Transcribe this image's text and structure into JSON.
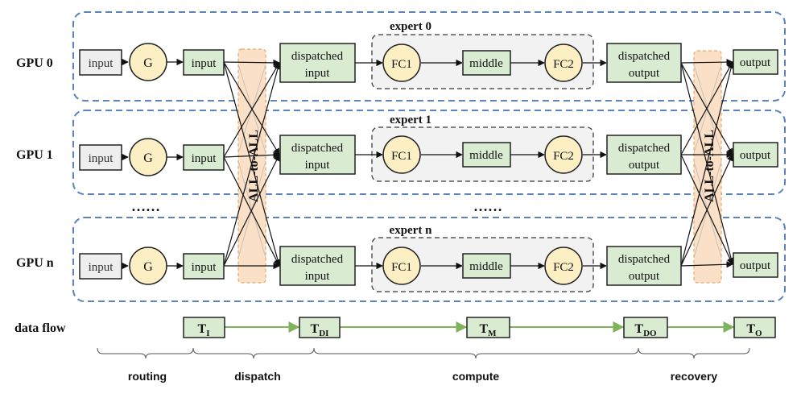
{
  "gpus": [
    {
      "label": "GPU 0",
      "expert": "expert 0"
    },
    {
      "label": "GPU 1",
      "expert": "expert 1"
    },
    {
      "label": "GPU n",
      "expert": "expert n"
    }
  ],
  "nodes": {
    "input_raw": "input",
    "gate": "G",
    "input": "input",
    "dispatched_input_line1": "dispatched",
    "dispatched_input_line2": "input",
    "fc1": "FC1",
    "middle": "middle",
    "fc2": "FC2",
    "dispatched_output_line1": "dispatched",
    "dispatched_output_line2": "output",
    "output": "output"
  },
  "all_to_all": "ALL-to-ALL",
  "ellipsis": "……",
  "data_flow": {
    "label": "data flow",
    "tensors": [
      {
        "base": "T",
        "sub": "I"
      },
      {
        "base": "T",
        "sub": "DI"
      },
      {
        "base": "T",
        "sub": "M"
      },
      {
        "base": "T",
        "sub": "DO"
      },
      {
        "base": "T",
        "sub": "O"
      }
    ]
  },
  "phases": [
    "routing",
    "dispatch",
    "compute",
    "recovery"
  ],
  "colors": {
    "gpu_border": "#5b84bd",
    "green_fill": "#d9ecd2",
    "node_border": "#222222",
    "circle_fill": "#fdefc4",
    "input_fill": "#eeeeee",
    "expert_fill": "#f2f2f2",
    "expert_border": "#555555",
    "a2a_fill": "#fbe0c8",
    "a2a_border": "#e9a76a",
    "flow_arrow": "#7fb35c"
  }
}
